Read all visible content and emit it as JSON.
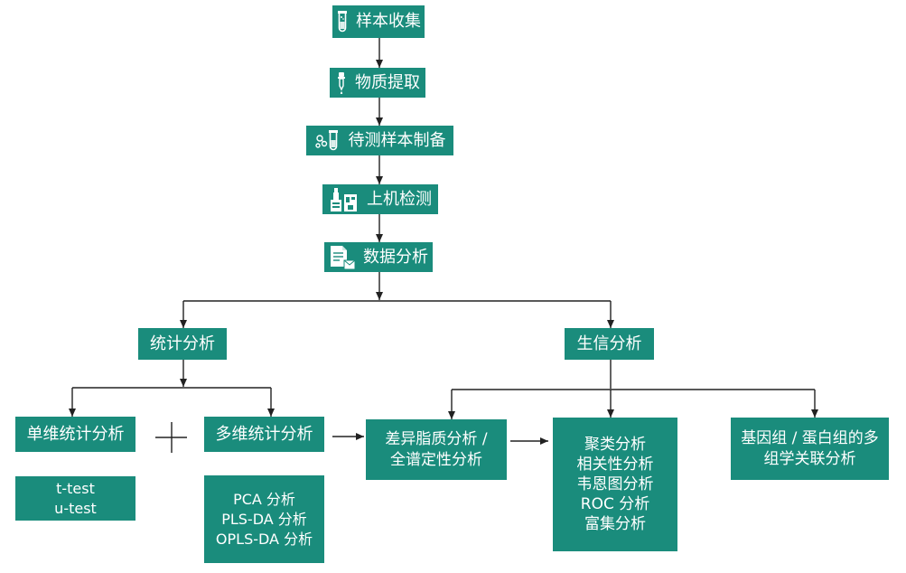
{
  "colors": {
    "node_fill": "#1a8c7c",
    "node_text": "#ffffff",
    "connector": "#222222"
  },
  "pipeline": [
    {
      "label": "样本收集",
      "icon": "test-tube-icon"
    },
    {
      "label": "物质提取",
      "icon": "dropper-icon"
    },
    {
      "label": "待测样本制备",
      "icon": "sample-prep-icon"
    },
    {
      "label": "上机检测",
      "icon": "instrument-icon"
    },
    {
      "label": "数据分析",
      "icon": "document-icon"
    }
  ],
  "branches": {
    "statistical": "统计分析",
    "bioinformatics": "生信分析"
  },
  "stats": {
    "univariate": "单维统计分析",
    "multivariate": "多维统计分析",
    "univariate_methods": [
      "t-test",
      "u-test"
    ],
    "multivariate_methods": [
      "PCA 分析",
      "PLS-DA 分析",
      "OPLS-DA 分析"
    ]
  },
  "bio": {
    "differential": [
      "差异脂质分析 /",
      "全谱定性分析"
    ],
    "downstream": [
      "聚类分析",
      "相关性分析",
      "韦恩图分析",
      "ROC 分析",
      "富集分析"
    ],
    "multiomics": [
      "基因组 / 蛋白组的多",
      "组学关联分析"
    ]
  }
}
